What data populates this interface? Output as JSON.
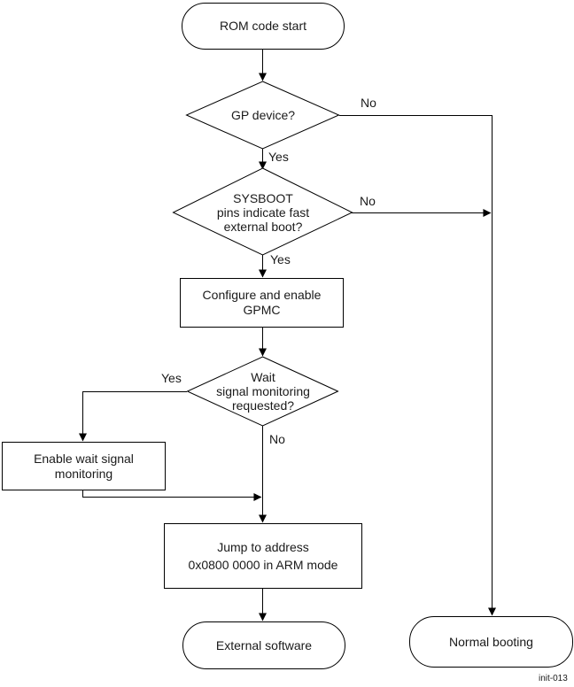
{
  "figure": {
    "id_label": "init-013"
  },
  "colors": {
    "line": "#000000",
    "text": "#1a1a1a",
    "background": "#ffffff"
  },
  "nodes": {
    "start": {
      "type": "terminator",
      "label": "ROM code start"
    },
    "gp_device": {
      "type": "decision",
      "label": "GP device?"
    },
    "sysboot": {
      "type": "decision",
      "label": "SYSBOOT\npins indicate fast\nexternal boot?"
    },
    "configure_gpmc": {
      "type": "process",
      "label": "Configure and enable\nGPMC"
    },
    "wait_signal": {
      "type": "decision",
      "label": "Wait\nsignal monitoring\nrequested?"
    },
    "enable_wait": {
      "type": "process",
      "label": "Enable wait signal\nmonitoring"
    },
    "jump_address": {
      "type": "process",
      "label": "Jump to address\n0x0800 0000 in ARM mode"
    },
    "external_software": {
      "type": "terminator",
      "label": "External software"
    },
    "normal_booting": {
      "type": "terminator",
      "label": "Normal booting"
    }
  },
  "edges": {
    "gp_no": {
      "label": "No"
    },
    "gp_yes": {
      "label": "Yes"
    },
    "sysboot_no": {
      "label": "No"
    },
    "sysboot_yes": {
      "label": "Yes"
    },
    "wait_yes": {
      "label": "Yes"
    },
    "wait_no": {
      "label": "No"
    }
  }
}
